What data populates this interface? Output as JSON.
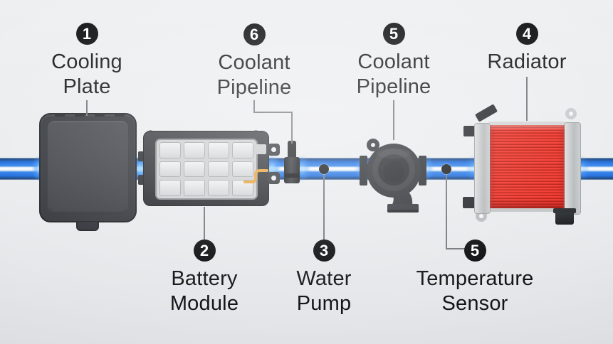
{
  "labels": [
    {
      "number": "1",
      "line1": "Cooling",
      "line2": "Plate"
    },
    {
      "number": "6",
      "line1": "Coolant",
      "line2": "Pipeline"
    },
    {
      "number": "5",
      "line1": "Coolant",
      "line2": "Pipeline"
    },
    {
      "number": "4",
      "line1": "Radiator"
    },
    {
      "number": "2",
      "line1": "Battery",
      "line2": "Module"
    },
    {
      "number": "3",
      "line1": "Water",
      "line2": "Pump"
    },
    {
      "number": "5",
      "line1": "Temperature",
      "line2": "Sensor"
    }
  ],
  "colors": {
    "background": "#e9ebed",
    "pipe_blue": "#1a6ade",
    "pipe_stripe_white": "#ffffff",
    "pipe_edge_dark": "#113a70",
    "badge_black": "#0b0c0d",
    "badge_text_white": "#ffffff",
    "label_text": "#141517",
    "leader_gray": "#73767a",
    "radiator_red": "#e52a1e",
    "component_dark_gray": "#2f3237",
    "frame_silver": "#c7cacc",
    "wire_orange": "#e8a23c",
    "glow_cyan": "#6fc0ff"
  }
}
